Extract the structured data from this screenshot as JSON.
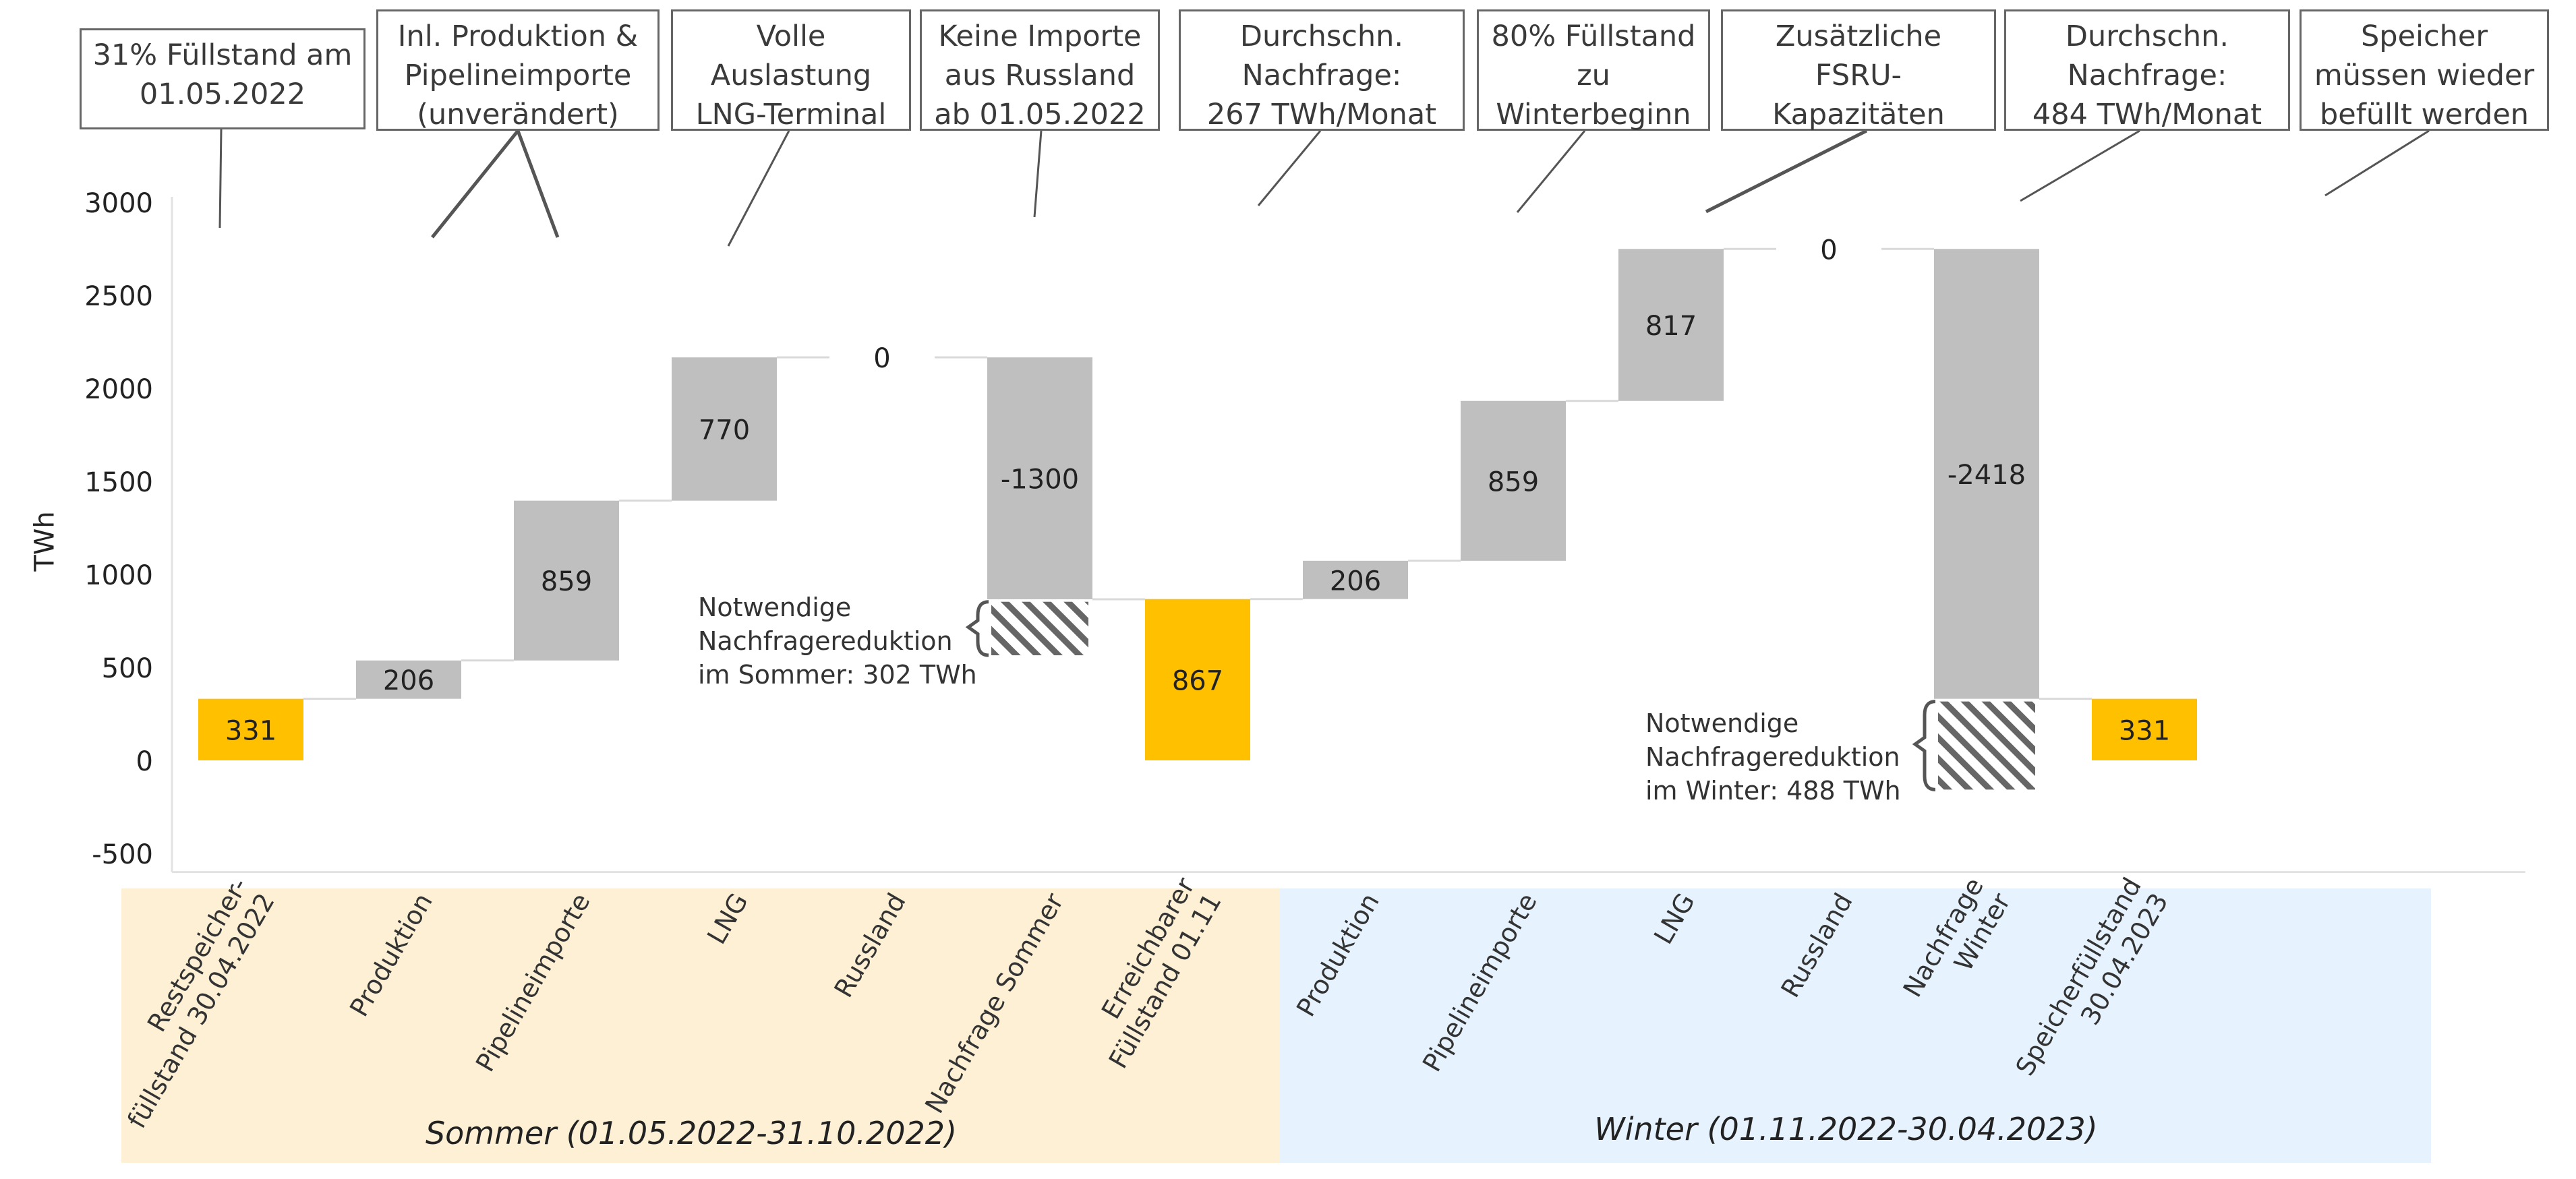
{
  "chart_data": {
    "type": "waterfall",
    "ylabel": "TWh",
    "ylim": [
      -500,
      3000
    ],
    "yticks": [
      -500,
      0,
      500,
      1000,
      1500,
      2000,
      2500,
      3000
    ],
    "grid": false,
    "bars": [
      {
        "category": "Restspeicher-füllstand 30.04.2022",
        "value": 331,
        "label": "331",
        "kind": "total",
        "color": "#FFC000"
      },
      {
        "category": "Produktion",
        "value": 206,
        "label": "206",
        "kind": "delta",
        "color": "#BFBFBF"
      },
      {
        "category": "Pipelineimporte",
        "value": 859,
        "label": "859",
        "kind": "delta",
        "color": "#BFBFBF"
      },
      {
        "category": "LNG",
        "value": 770,
        "label": "770",
        "kind": "delta",
        "color": "#BFBFBF"
      },
      {
        "category": "Russland",
        "value": 0,
        "label": "0",
        "kind": "delta",
        "color": "#BFBFBF"
      },
      {
        "category": "Nachfrage Sommer",
        "value": -1300,
        "label": "-1300",
        "kind": "delta",
        "color": "#BFBFBF"
      },
      {
        "category": "Erreichbarer Füllstand 01.11",
        "value": 867,
        "label": "867",
        "kind": "total",
        "color": "#FFC000"
      },
      {
        "category": "Produktion",
        "value": 206,
        "label": "206",
        "kind": "delta",
        "color": "#BFBFBF"
      },
      {
        "category": "Pipelineimporte",
        "value": 859,
        "label": "859",
        "kind": "delta",
        "color": "#BFBFBF"
      },
      {
        "category": "LNG",
        "value": 817,
        "label": "817",
        "kind": "delta",
        "color": "#BFBFBF"
      },
      {
        "category": "Russland",
        "value": 0,
        "label": "0",
        "kind": "delta",
        "color": "#BFBFBF"
      },
      {
        "category": "Nachfrage Winter",
        "value": -2418,
        "label": "-2418",
        "kind": "delta",
        "color": "#BFBFBF"
      },
      {
        "category": "Speicherfüllstand 30.04.2023",
        "value": 331,
        "label": "331",
        "kind": "total",
        "color": "#FFC000"
      }
    ],
    "gaps": [
      {
        "bar_index": 5,
        "from": 867,
        "to": 565,
        "value": 302,
        "lines": [
          "Notwendige",
          "Nachfragereduktion",
          "im Sommer: 302 TWh"
        ]
      },
      {
        "bar_index": 11,
        "from": 331,
        "to": -157,
        "value": 488,
        "lines": [
          "Notwendige",
          "Nachfragereduktion",
          "im Winter: 488 TWh"
        ]
      }
    ],
    "annotations": [
      {
        "lines": [
          "31% Füllstand am",
          "01.05.2022"
        ]
      },
      {
        "lines": [
          "Inl. Produktion &",
          "Pipelineimporte",
          "(unverändert)"
        ]
      },
      {
        "lines": [
          "Volle",
          "Auslastung",
          "LNG-Terminal"
        ]
      },
      {
        "lines": [
          "Keine Importe",
          "aus Russland",
          "ab 01.05.2022"
        ]
      },
      {
        "lines": [
          "Durchschn.",
          "Nachfrage:",
          "267 TWh/Monat"
        ]
      },
      {
        "lines": [
          "80% Füllstand",
          "zu",
          "Winterbeginn"
        ]
      },
      {
        "lines": [
          "Zusätzliche",
          "FSRU-",
          "Kapazitäten"
        ]
      },
      {
        "lines": [
          "Durchschn.",
          "Nachfrage:",
          "484 TWh/Monat"
        ]
      },
      {
        "lines": [
          "Speicher",
          "müssen wieder",
          "befüllt werden"
        ]
      }
    ],
    "periods": [
      {
        "label": "Sommer (01.05.2022-31.10.2022)",
        "color": "#FDF0D5",
        "from_index": 0,
        "to_index": 6
      },
      {
        "label": "Winter (01.11.2022-30.04.2023)",
        "color": "#E6F3FF",
        "from_index": 7,
        "to_index": 12
      }
    ],
    "tick_labels": [
      [
        "Restspeicher-",
        "füllstand 30.04.2022"
      ],
      [
        "Produktion"
      ],
      [
        "Pipelineimporte"
      ],
      [
        "LNG"
      ],
      [
        "Russland"
      ],
      [
        "Nachfrage Sommer"
      ],
      [
        "Erreichbarer",
        "Füllstand 01.11"
      ],
      [
        "Produktion"
      ],
      [
        "Pipelineimporte"
      ],
      [
        "LNG"
      ],
      [
        "Russland"
      ],
      [
        "Nachfrage",
        "Winter"
      ],
      [
        "Speicherfüllstand",
        "30.04.2023"
      ]
    ]
  }
}
